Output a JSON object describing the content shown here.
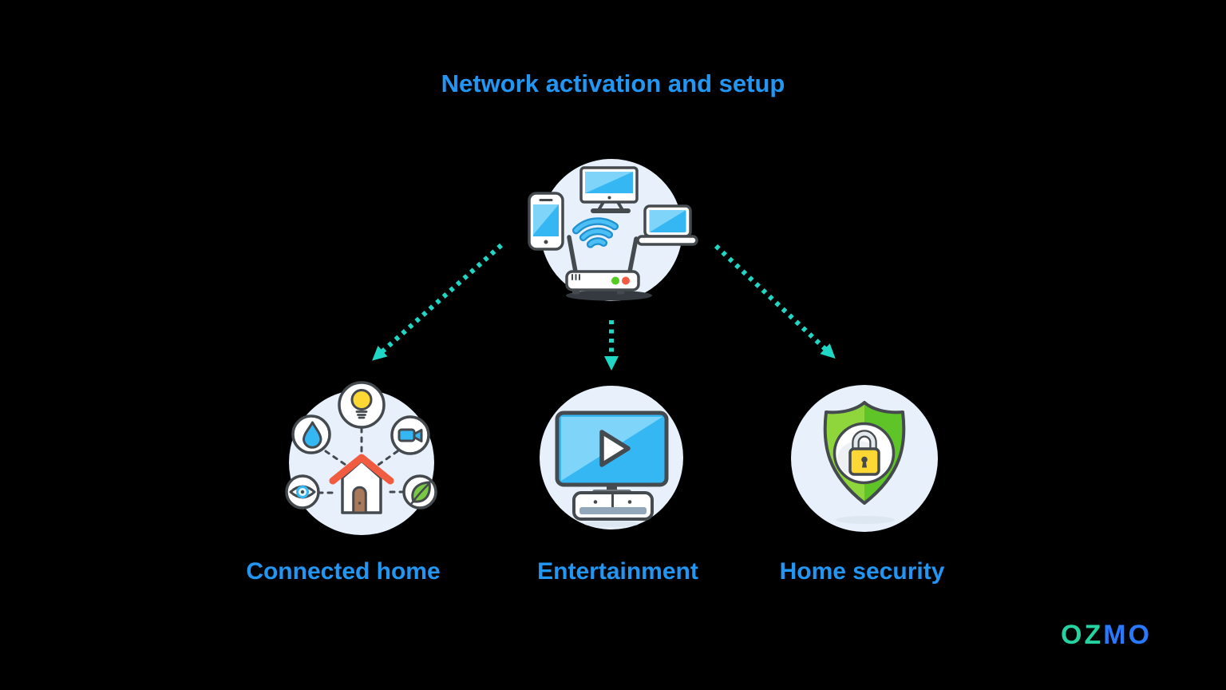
{
  "title": "Network activation and setup",
  "hub": {
    "name": "connected-devices-hub",
    "icon": "devices-wifi-router-icon"
  },
  "nodes": [
    {
      "label": "Connected home",
      "icon": "smart-home-icon"
    },
    {
      "label": "Entertainment",
      "icon": "tv-play-icon"
    },
    {
      "label": "Home security",
      "icon": "shield-lock-icon"
    }
  ],
  "logo": {
    "part1": "OZ",
    "part2": "MO"
  },
  "colors": {
    "background": "#000000",
    "title_blue": "#2196f3",
    "arrow_teal": "#1fd7c4",
    "circle_bg": "#e8f1fb",
    "outline": "#454a4f",
    "device_blue": "#35b7f3",
    "device_blue_light": "#7fd4f9",
    "wifi_outline": "#1e8fd0",
    "wifi_core": "#4cc0f4",
    "led_green": "#52cc1e",
    "led_red": "#f15b40",
    "roof_red": "#f15b40",
    "door_brown": "#a8795a",
    "bulb_yellow": "#fdd835",
    "leaf_green": "#7ac943",
    "shield_light": "#8ed63c",
    "shield_dark": "#5fc428",
    "lock_yellow": "#fdd835",
    "shackle_gray": "#e4e9ee",
    "slot_gray": "#92a7ba",
    "hub_shadow": "#343a3f",
    "node_shadow": "#dce7f1",
    "logo_teal": "#25d3a0",
    "logo_blue": "#2979ff"
  }
}
